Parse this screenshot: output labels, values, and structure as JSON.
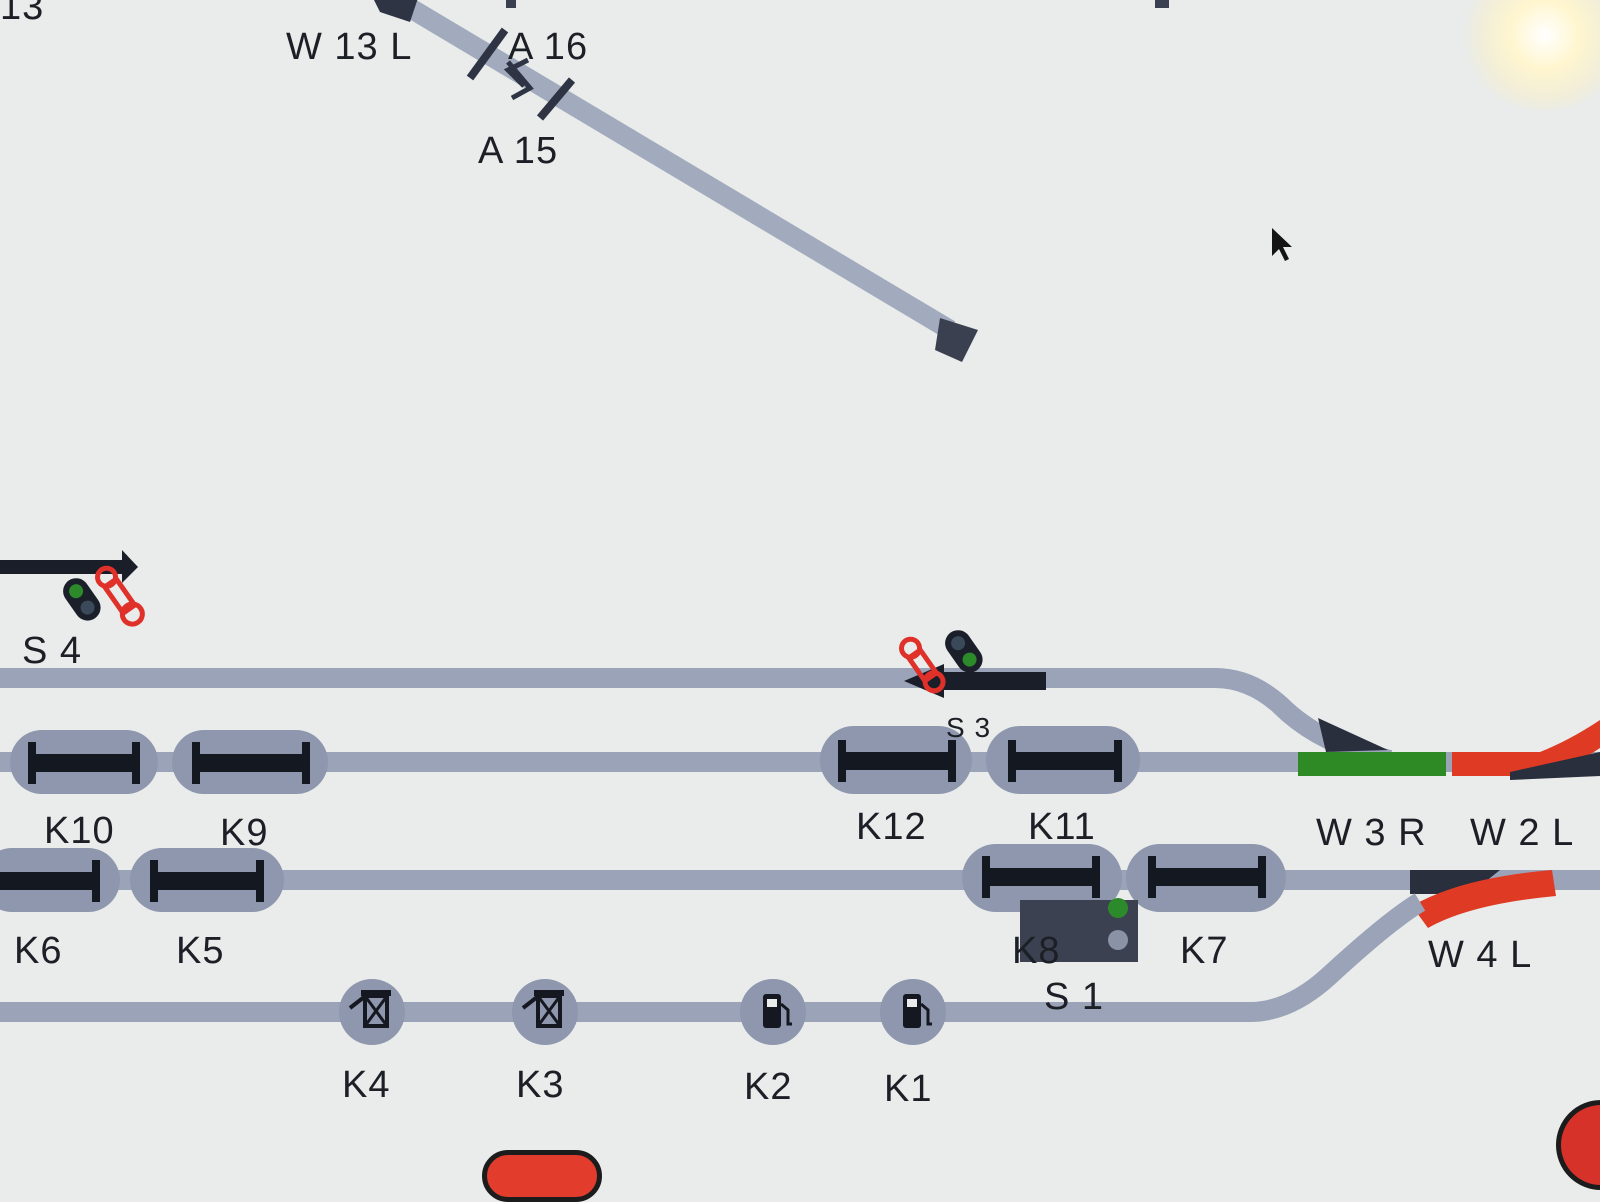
{
  "labels": {
    "w13l": "W 13 L",
    "a16": "A 16",
    "a15": "A 15",
    "top_left": "13",
    "s4": "S 4",
    "s3": "S 3",
    "k10": "K10",
    "k9": "K9",
    "k12": "K12",
    "k11": "K11",
    "w3r": "W 3 R",
    "w2l": "W 2 L",
    "k6": "K6",
    "k5": "K5",
    "k8": "K8",
    "k7": "K7",
    "w4l": "W 4 L",
    "s1": "S 1",
    "k4": "K4",
    "k3": "K3",
    "k2": "K2",
    "k1": "K1"
  },
  "colors": {
    "background": "#e9ecea",
    "track": "#9ba3b8",
    "block_bg": "#8e97ad",
    "block_bar": "#141821",
    "occupied_green": "#2e8a25",
    "switch_red": "#df3b24",
    "switch_dark": "#2a2f3d",
    "signal_red": "#e0302a"
  },
  "icons": {
    "cursor": "mouse-pointer-icon",
    "k4": "coal-crane-icon",
    "k3": "coal-crane-icon",
    "k2": "fuel-pump-icon",
    "k1": "fuel-pump-icon",
    "s4": "shunting-signal-icon",
    "s3": "shunting-signal-icon",
    "s1": "main-signal-icon"
  },
  "track_states": {
    "w3r": "occupied",
    "w2l": "set",
    "w4l": "set"
  }
}
